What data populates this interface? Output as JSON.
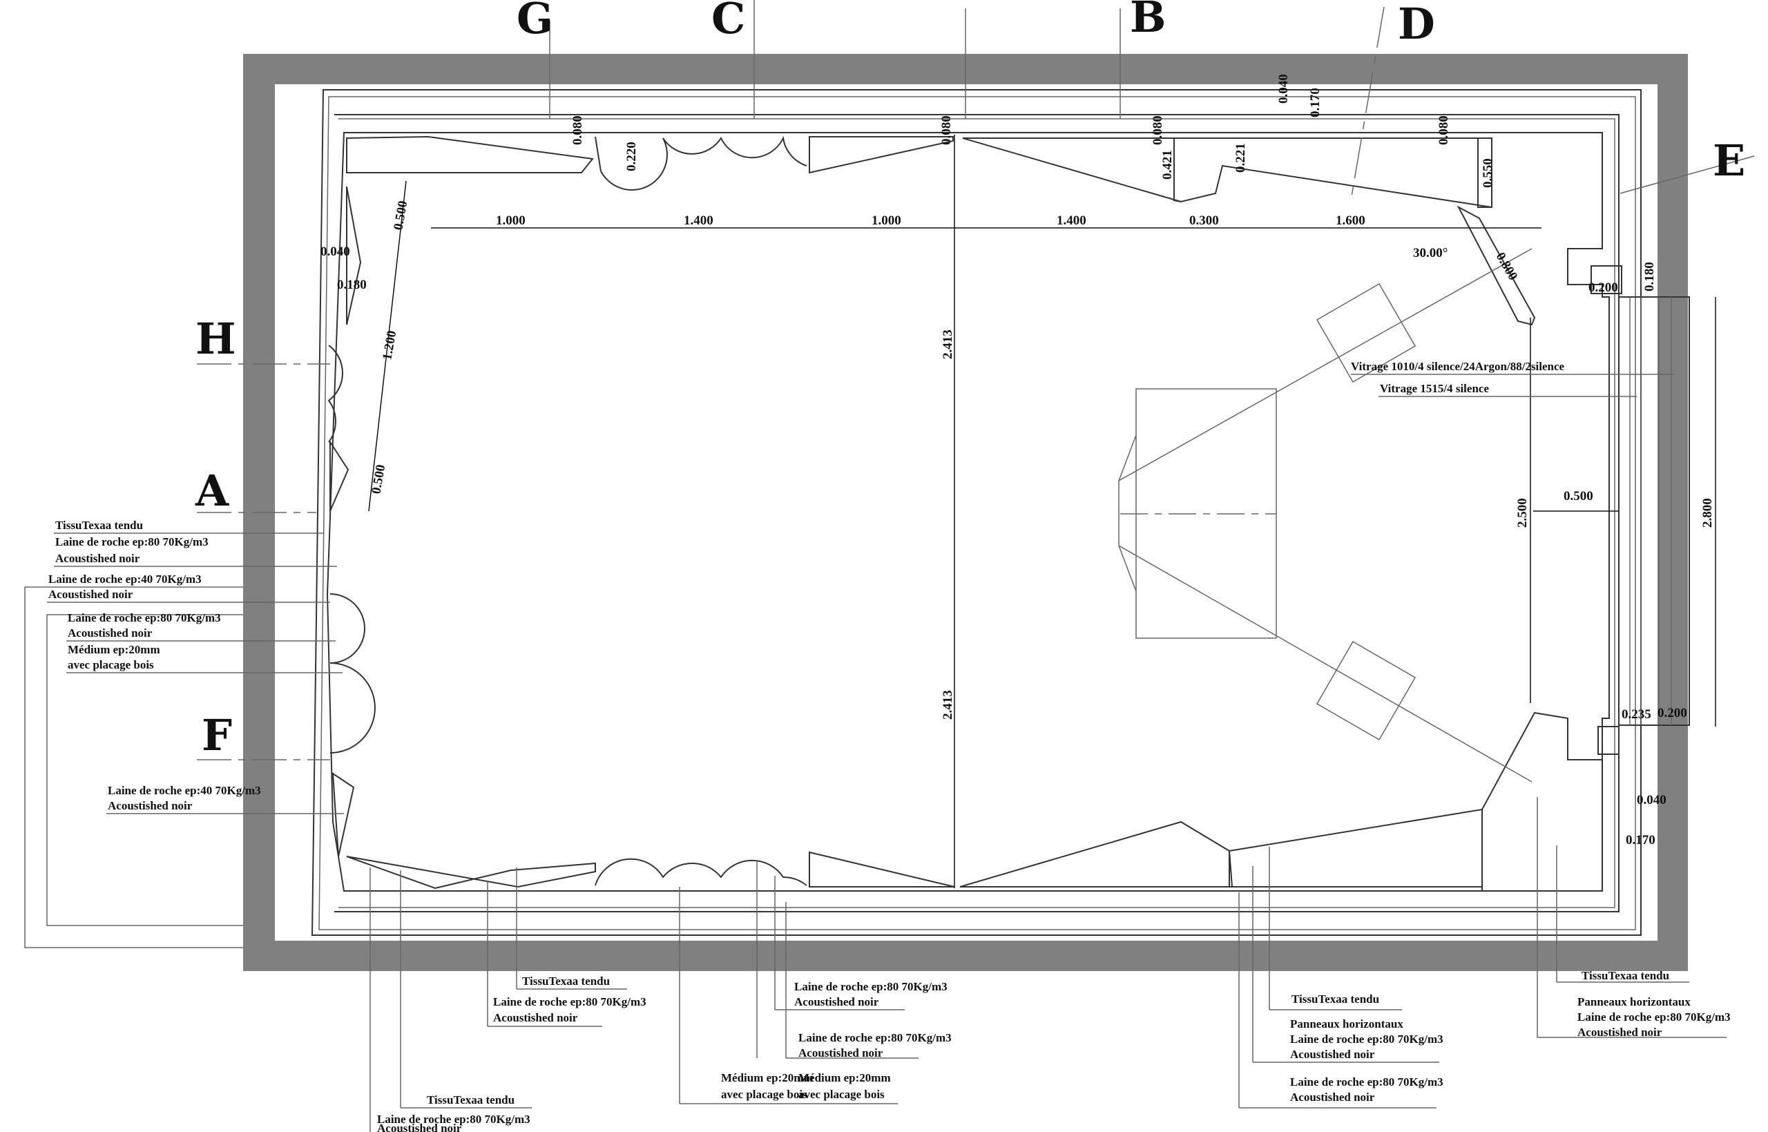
{
  "axes": [
    {
      "id": "G",
      "label": "G"
    },
    {
      "id": "C",
      "label": "C"
    },
    {
      "id": "B",
      "label": "B"
    },
    {
      "id": "D",
      "label": "D"
    },
    {
      "id": "E",
      "label": "E"
    },
    {
      "id": "H",
      "label": "H"
    },
    {
      "id": "A",
      "label": "A"
    },
    {
      "id": "F",
      "label": "F"
    }
  ],
  "dimensions": {
    "top_1000_a": "1.000",
    "top_1400_a": "1.400",
    "top_1000_b": "1.000",
    "top_1400_b": "1.400",
    "top_0300": "0.300",
    "top_1600": "1.600",
    "wall_0080_a": "0.080",
    "wall_0080_b": "0.080",
    "wall_0080_c": "0.080",
    "wall_0080_d": "0.080",
    "wall_0040_top": "0.040",
    "wall_0170_top": "0.170",
    "diff_0220": "0.220",
    "panel_0421": "0.421",
    "panel_0221": "0.221",
    "panel_0550": "0.550",
    "center_2413_a": "2.413",
    "center_2413_b": "2.413",
    "left_0500_a": "0.500",
    "left_1200": "1.200",
    "left_0500_b": "0.500",
    "left_0040": "0.040",
    "left_0180": "0.180",
    "angle": "30.00°",
    "diag_0800": "0.800",
    "right_0200_a": "0.200",
    "right_0180": "0.180",
    "right_2500": "2.500",
    "right_0500": "0.500",
    "right_2800": "2.800",
    "right_0235": "0.235",
    "right_0200_b": "0.200",
    "right_0040": "0.040",
    "right_0170": "0.170"
  },
  "glazing": {
    "outer": "Vitrage 1010/4 silence/24Argon/88/2silence",
    "inner": "Vitrage 1515/4 silence"
  },
  "notes_left": {
    "n1_l1": "TissuTexaa tendu",
    "n1_l2": "Laine de roche ep:80 70Kg/m3",
    "n1_l3": "Acoustished noir",
    "n2_l1": "Laine de roche ep:40 70Kg/m3",
    "n2_l2": "Acoustished noir",
    "n3_l1": "Laine de roche ep:80 70Kg/m3",
    "n3_l2": "Acoustished noir",
    "n3_l3": "Médium ep:20mm",
    "n3_l4": "avec placage bois",
    "n4_l1": "Laine de roche ep:40 70Kg/m3",
    "n4_l2": "Acoustished noir"
  },
  "notes_bottom": {
    "b1": "TissuTexaa tendu",
    "b2_l1": "Laine de roche ep:80 70Kg/m3",
    "b2_l2": "Acoustished noir",
    "b3": "TissuTexaa tendu",
    "b4_l1": "Laine de roche ep:80 70Kg/m3",
    "b4_l2": "Acoustished noir",
    "b5_l1": "Médium ep:20mm",
    "b5_l2": "avec placage bois",
    "b6_l1": "Médium ep:20mm",
    "b6_l2": "avec placage bois",
    "b7_l1": "Laine de roche ep:80 70Kg/m3",
    "b7_l2": "Acoustished noir",
    "b8_l1": "Laine de roche ep:80 70Kg/m3",
    "b8_l2": "Acoustished noir",
    "b9": "TissuTexaa tendu",
    "b10_l1": "Panneaux horizontaux",
    "b10_l2": "Laine de roche ep:80 70Kg/m3",
    "b10_l3": "Acoustished noir",
    "b11_l1": "Laine de roche ep:80 70Kg/m3",
    "b11_l2": "Acoustished noir",
    "b12": "TissuTexaa tendu",
    "b13_l1": "Panneaux horizontaux",
    "b13_l2": "Laine de roche ep:80 70Kg/m3",
    "b13_l3": "Acoustished noir"
  },
  "colors": {
    "outer_wall": "#808080",
    "lines": "#333333"
  }
}
